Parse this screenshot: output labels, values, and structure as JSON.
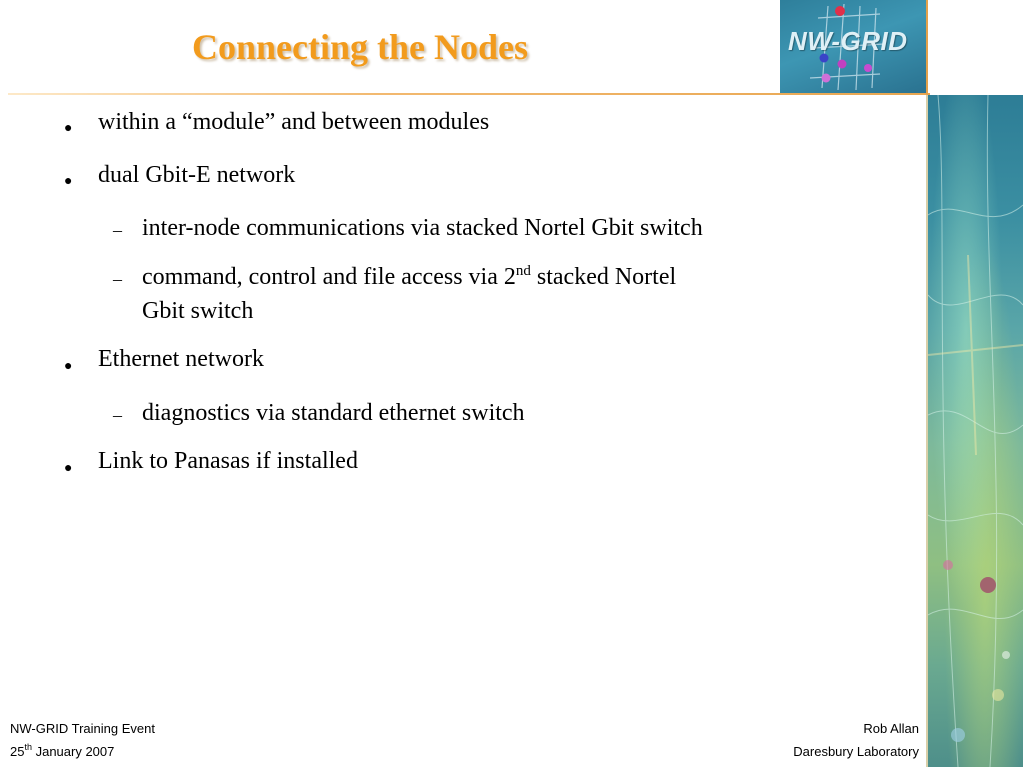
{
  "slide": {
    "title": "Connecting the Nodes",
    "logo_text": "NW-GRID"
  },
  "bullets": [
    {
      "text": "within a “module” and between modules"
    },
    {
      "text": "dual Gbit-E network"
    },
    {
      "text": "inter-node communications via stacked Nortel Gbit switch"
    },
    {
      "text_before": "command, control and file access  via 2",
      "sup": "nd",
      "text_after": " stacked Nortel",
      "text_line2": "Gbit switch"
    },
    {
      "text": "Ethernet network"
    },
    {
      "text": "diagnostics via standard ethernet switch"
    },
    {
      "text": "Link to Panasas if installed"
    }
  ],
  "bullet_glyph": "●",
  "sub_bullet_glyph": "–",
  "footer": {
    "event": "NW-GRID Training Event",
    "date_day": "25",
    "date_sup": "th",
    "date_rest": " January 2007",
    "author": "Rob Allan",
    "institution": "Daresbury Laboratory"
  },
  "colors": {
    "title": "#f29b1d",
    "logo_bg": "#3d96b3",
    "accent_rule": "#e8a650"
  }
}
